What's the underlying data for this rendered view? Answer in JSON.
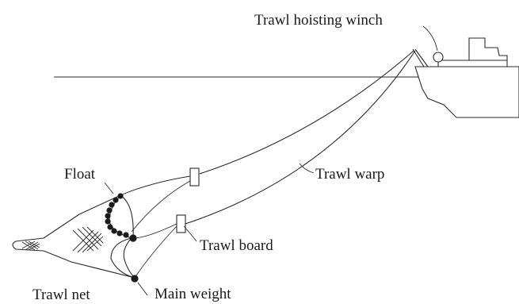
{
  "labels": {
    "winch": "Trawl hoisting winch",
    "float": "Float",
    "warp": "Trawl warp",
    "board": "Trawl board",
    "net": "Trawl net",
    "weight": "Main weight"
  },
  "colors": {
    "line": "#2a2a2a",
    "background": "#ffffff",
    "text": "#1a1a1a"
  }
}
